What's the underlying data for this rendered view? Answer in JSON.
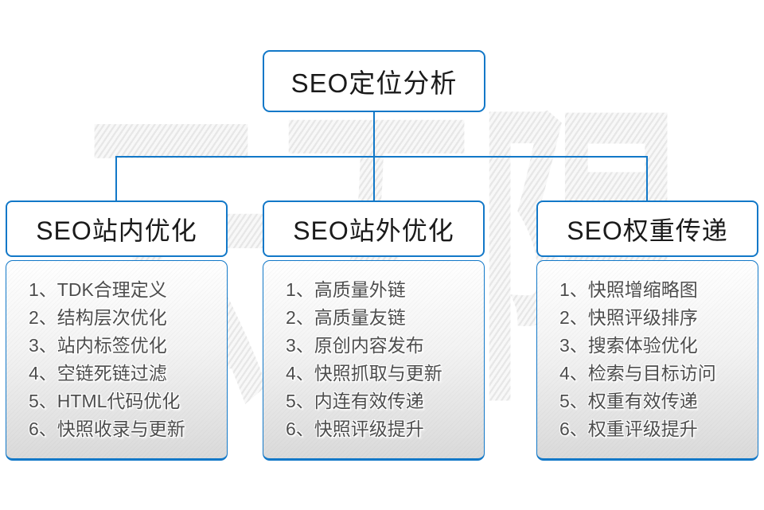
{
  "colors": {
    "accent_blue": "#1278c8",
    "header_text": "#1a1a1a",
    "list_text": "#4d4d4d"
  },
  "watermark": {
    "text": "云无限"
  },
  "root": {
    "label": "SEO定位分析"
  },
  "columns": [
    {
      "id": "onsite",
      "header": "SEO站内优化",
      "items": [
        "1、TDK合理定义",
        "2、结构层次优化",
        "3、站内标签优化",
        "4、空链死链过滤",
        "5、HTML代码优化",
        "6、快照收录与更新"
      ]
    },
    {
      "id": "offsite",
      "header": "SEO站外优化",
      "items": [
        "1、高质量外链",
        "2、高质量友链",
        "3、原创内容发布",
        "4、快照抓取与更新",
        "5、内连有效传递",
        "6、快照评级提升"
      ]
    },
    {
      "id": "weight",
      "header": "SEO权重传递",
      "items": [
        "1、快照增缩略图",
        "2、快照评级排序",
        "3、搜索体验优化",
        "4、检索与目标访问",
        "5、权重有效传递",
        "6、权重评级提升"
      ]
    }
  ]
}
